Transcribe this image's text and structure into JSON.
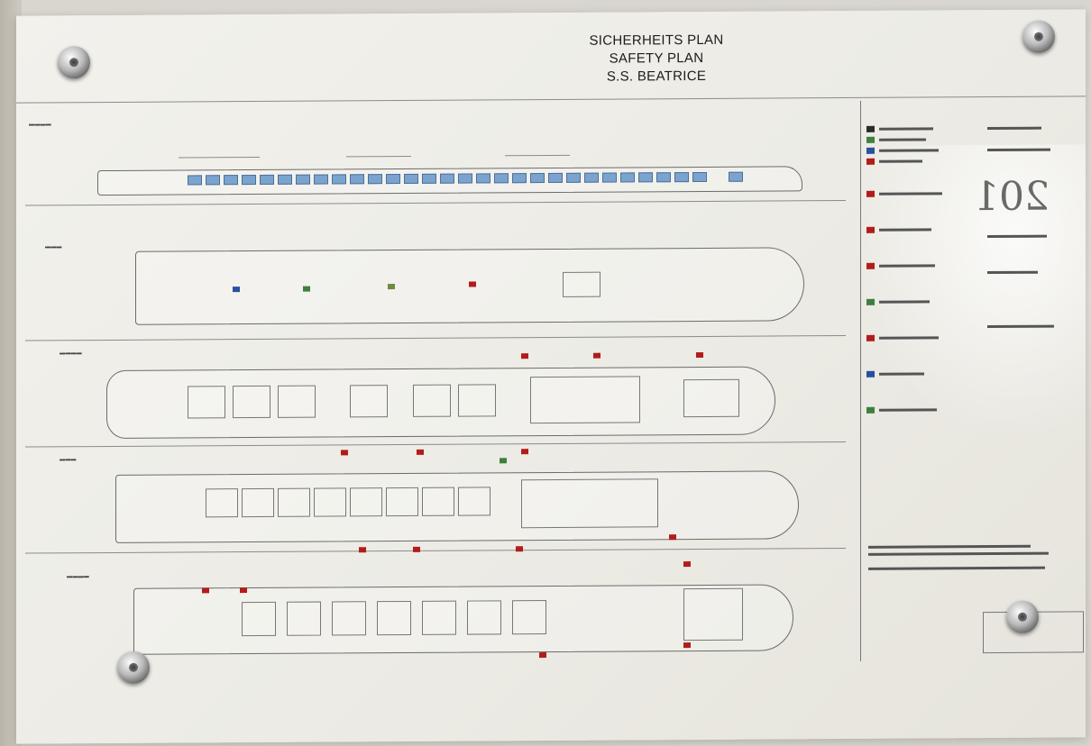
{
  "plan": {
    "title_de": "SICHERHEITS PLAN",
    "title_en": "SAFETY PLAN",
    "ship_name": "S.S. BEATRICE"
  },
  "deck_number_reflection": "201",
  "colors": {
    "panel": "#efeee8",
    "window_blue": "#7aa4cf",
    "symbol_red": "#b31c1c",
    "symbol_green": "#3f7f3f",
    "line": "#6b6b6b"
  },
  "bolts": [
    "top-left-bolt",
    "top-right-bolt",
    "bottom-left-bolt",
    "bottom-right-bolt"
  ]
}
